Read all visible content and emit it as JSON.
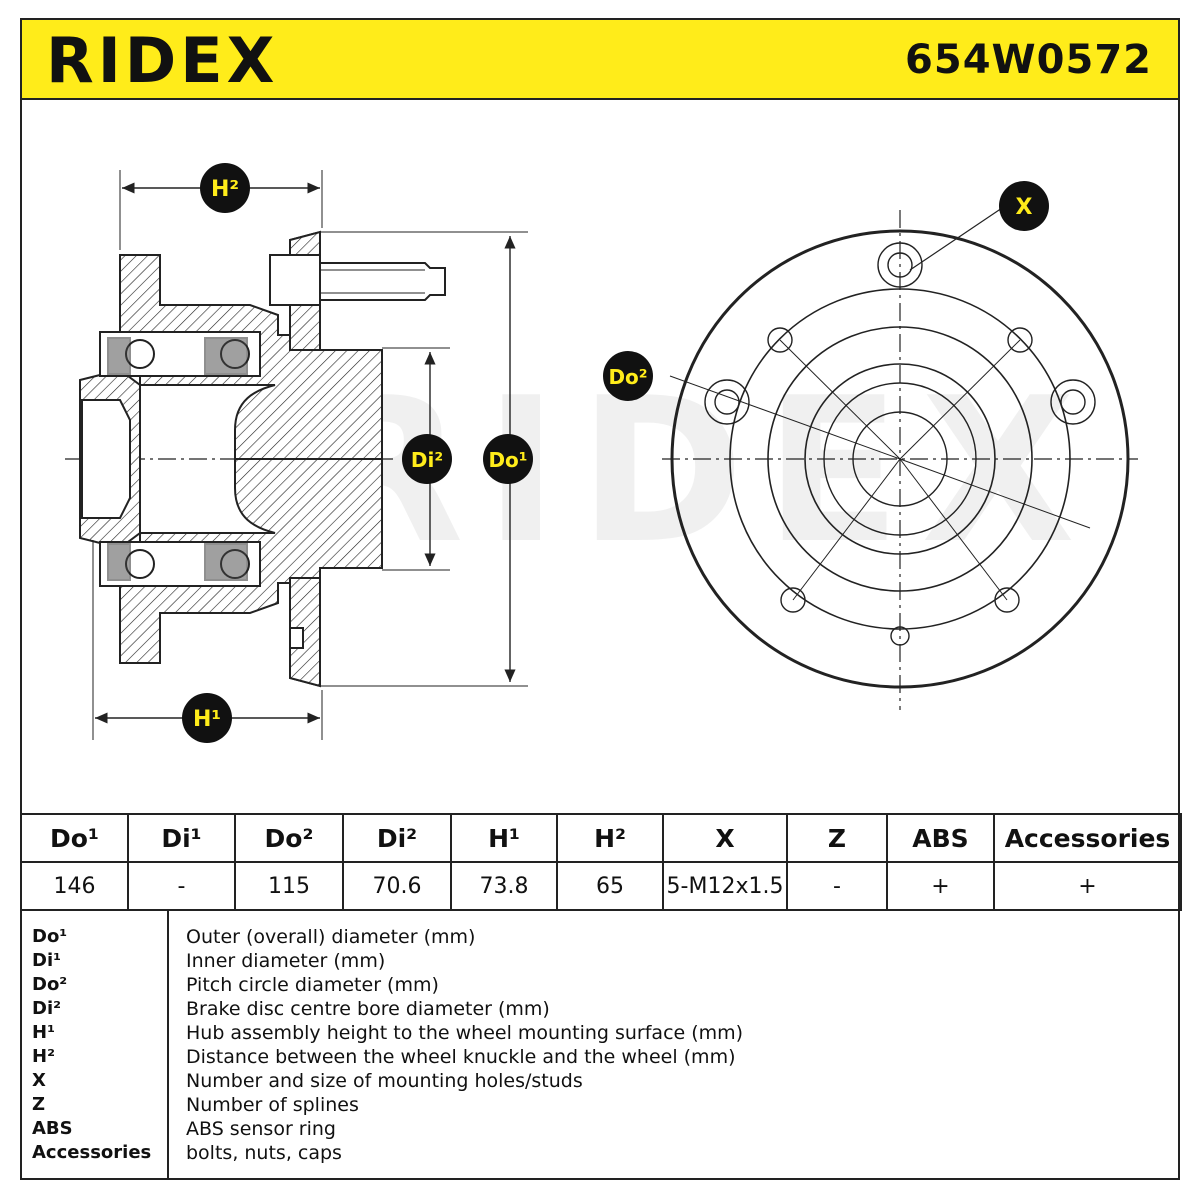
{
  "header": {
    "brand": "RIDEX",
    "part_number": "654W0572",
    "brand_color": "#ffec1a"
  },
  "labels": {
    "h2": "H²",
    "h1": "H¹",
    "di2": "Di²",
    "do1": "Do¹",
    "do2": "Do²",
    "x": "X"
  },
  "specs": {
    "headers": [
      "Do¹",
      "Di¹",
      "Do²",
      "Di²",
      "H¹",
      "H²",
      "X",
      "Z",
      "ABS",
      "Accessories"
    ],
    "values": [
      "146",
      "-",
      "115",
      "70.6",
      "73.8",
      "65",
      "5-M12x1.5",
      "-",
      "+",
      "+"
    ]
  },
  "legend": [
    {
      "key": "Do¹",
      "text": "Outer (overall) diameter (mm)"
    },
    {
      "key": "Di¹",
      "text": "Inner diameter (mm)"
    },
    {
      "key": "Do²",
      "text": "Pitch circle diameter (mm)"
    },
    {
      "key": "Di²",
      "text": "Brake disc centre bore diameter (mm)"
    },
    {
      "key": "H¹",
      "text": "Hub assembly height to the wheel mounting surface (mm)"
    },
    {
      "key": "H²",
      "text": "Distance between the wheel knuckle and the wheel (mm)"
    },
    {
      "key": "X",
      "text": "Number and size of mounting holes/studs"
    },
    {
      "key": "Z",
      "text": "Number of splines"
    },
    {
      "key": "ABS",
      "text": "ABS sensor ring"
    },
    {
      "key": "Accessories",
      "text": "bolts, nuts, caps"
    }
  ]
}
